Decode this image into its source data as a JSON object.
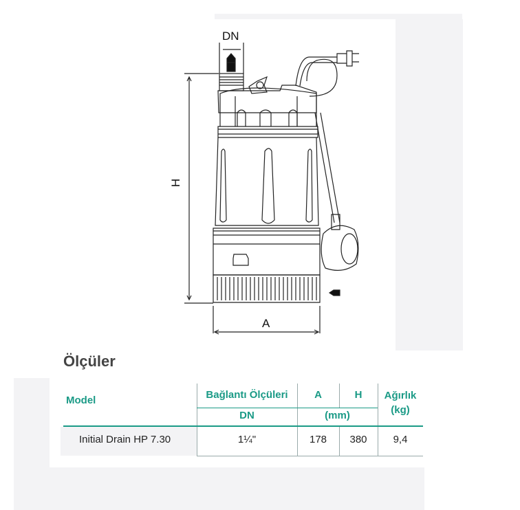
{
  "drawing": {
    "dn_label": "DN",
    "h_label": "H",
    "a_label": "A"
  },
  "title": "Ölçüler",
  "table": {
    "headers": {
      "model": "Model",
      "connection": "Bağlantı Ölçüleri",
      "dn": "DN",
      "a": "A",
      "h": "H",
      "mm": "(mm)",
      "weight": "Ağırlık",
      "kg": "(kg)"
    },
    "rows": [
      {
        "model": "Initial Drain HP 7.30",
        "dn": "1¼\"",
        "a": "178",
        "h": "380",
        "weight": "9,4"
      }
    ]
  },
  "colors": {
    "accent": "#1a9a86"
  }
}
